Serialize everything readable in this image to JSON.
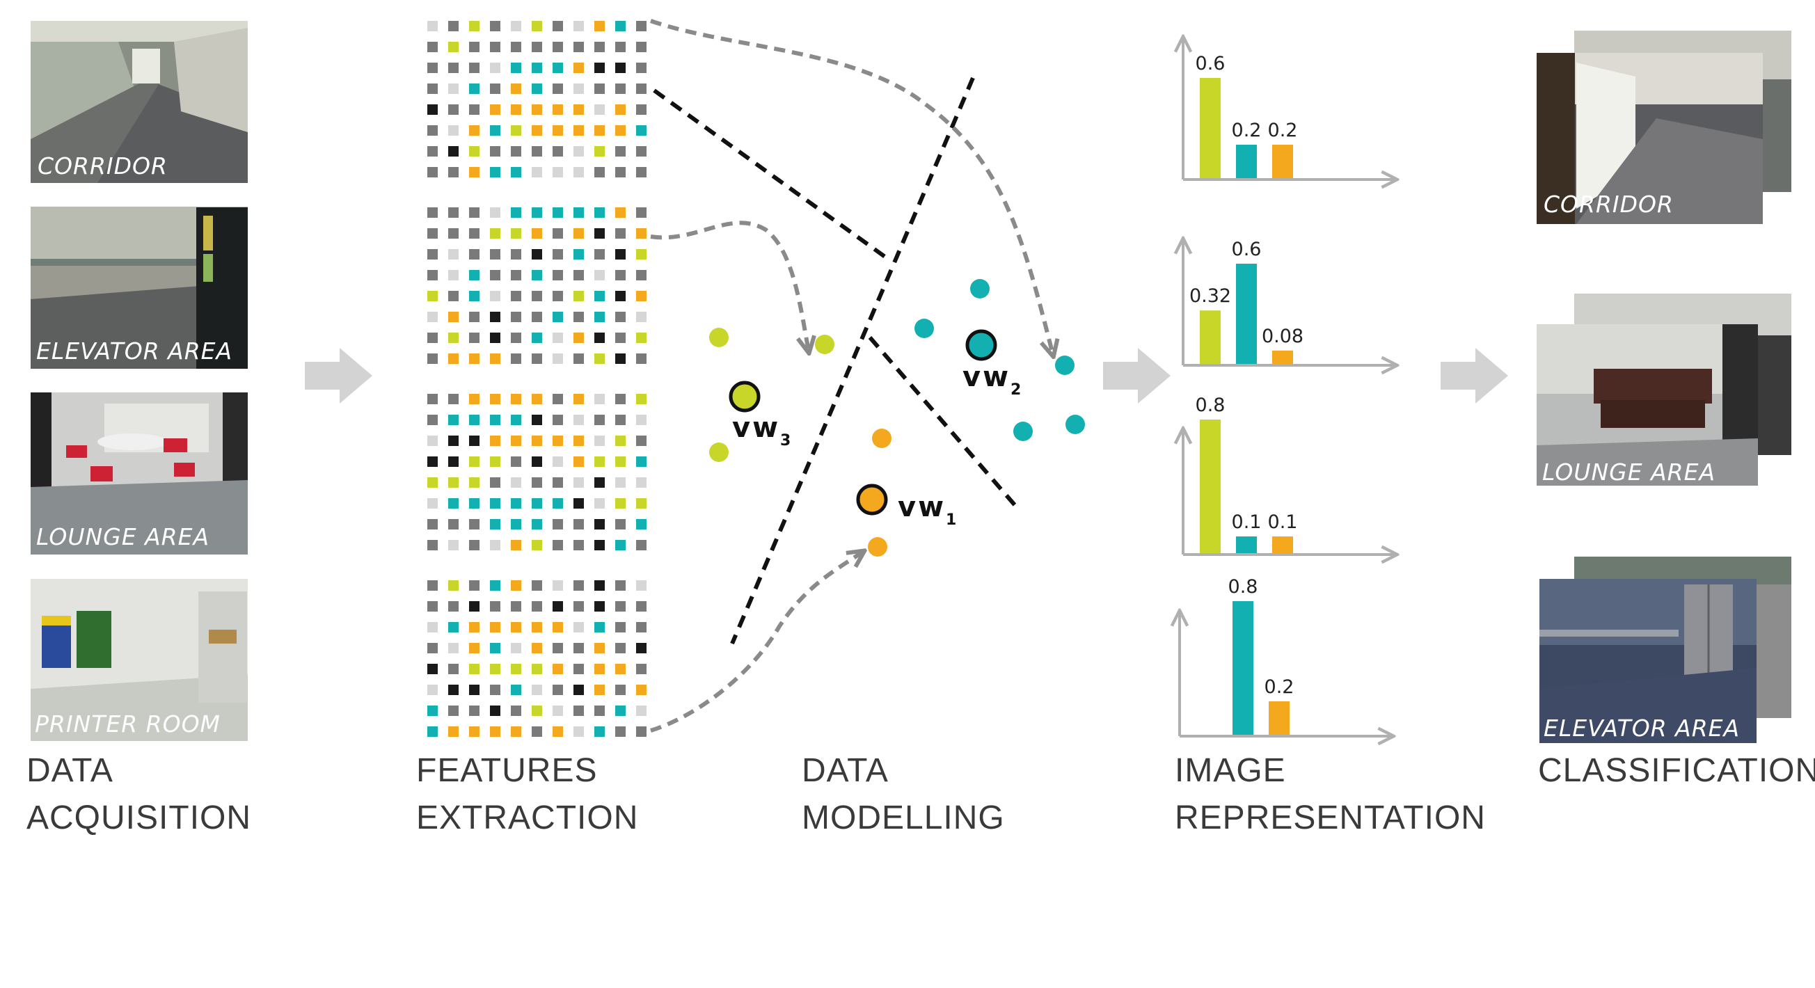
{
  "stages": [
    {
      "line1": "DATA",
      "line2": "ACQUISITION"
    },
    {
      "line1": "FEATURES",
      "line2": "EXTRACTION"
    },
    {
      "line1": "DATA",
      "line2": "MODELLING"
    },
    {
      "line1": "IMAGE",
      "line2": "REPRESENTATION"
    },
    {
      "line1": "",
      "line2": "CLASSIFICATION"
    }
  ],
  "acquisition_photos": [
    "CORRIDOR",
    "ELEVATOR AREA",
    "LOUNGE AREA",
    "PRINTER ROOM"
  ],
  "visual_words": [
    {
      "label": "vw",
      "index": "1",
      "color": "#f4a81d"
    },
    {
      "label": "vw",
      "index": "2",
      "color": "#12b0b0"
    },
    {
      "label": "vw",
      "index": "3",
      "color": "#c8d62a"
    }
  ],
  "histograms": [
    {
      "bars": [
        {
          "value": 0.6,
          "label": "0.6",
          "color": "#c8d62a"
        },
        {
          "value": 0.2,
          "label": "0.2",
          "color": "#12b0b0"
        },
        {
          "value": 0.2,
          "label": "0.2",
          "color": "#f4a81d"
        }
      ]
    },
    {
      "bars": [
        {
          "value": 0.32,
          "label": "0.32",
          "color": "#c8d62a"
        },
        {
          "value": 0.6,
          "label": "0.6",
          "color": "#12b0b0"
        },
        {
          "value": 0.08,
          "label": "0.08",
          "color": "#f4a81d"
        }
      ]
    },
    {
      "bars": [
        {
          "value": 0.8,
          "label": "0.8",
          "color": "#c8d62a"
        },
        {
          "value": 0.1,
          "label": "0.1",
          "color": "#12b0b0"
        },
        {
          "value": 0.1,
          "label": "0.1",
          "color": "#f4a81d"
        }
      ]
    },
    {
      "bars": [
        {
          "value": 0,
          "label": "",
          "color": "#c8d62a"
        },
        {
          "value": 0.8,
          "label": "0.8",
          "color": "#12b0b0"
        },
        {
          "value": 0.2,
          "label": "0.2",
          "color": "#f4a81d"
        }
      ]
    }
  ],
  "classification_photos": [
    "CORRIDOR",
    "LOUNGE AREA",
    "ELEVATOR AREA"
  ],
  "colors": {
    "yellow_green": "#c8d62a",
    "teal": "#12b0b0",
    "orange": "#f4a81d",
    "dark": "#1a1a1a",
    "gray": "#7a7a7a",
    "light_gray": "#d6d6d6",
    "arrow_gray": "#d3d3d3"
  }
}
